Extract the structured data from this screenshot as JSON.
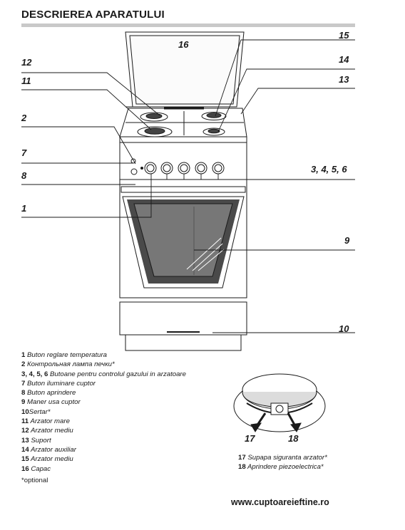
{
  "title": "DESCRIEREA APARATULUI",
  "callouts": {
    "c16": "16",
    "c15": "15",
    "c14": "14",
    "c13": "13",
    "c12": "12",
    "c11": "11",
    "c2": "2",
    "c7": "7",
    "c8": "8",
    "c1": "1",
    "c3456": "3, 4, 5, 6",
    "c9": "9",
    "c10": "10",
    "c17": "17",
    "c18": "18"
  },
  "legend": [
    {
      "key": "1",
      "text": " Buton reglare  temperatura"
    },
    {
      "key": "2",
      "text": " Контрольная лампа печки*"
    },
    {
      "key": "3, 4, 5, 6",
      "text": "  Butoane pentru controlul gazului in arzatoare"
    },
    {
      "key": "7",
      "text": " Buton iluminare cuptor"
    },
    {
      "key": "8",
      "text": " Buton aprindere"
    },
    {
      "key": "9",
      "text": " Maner usa cuptor"
    },
    {
      "key": "10",
      "text": "Sertar*"
    },
    {
      "key": "11",
      "text": "  Arzator mare"
    },
    {
      "key": "12",
      "text": " Arzator mediu"
    },
    {
      "key": "13",
      "text": " Suport"
    },
    {
      "key": "14",
      "text": " Arzator auxiliar"
    },
    {
      "key": "15",
      "text": " Arzator mediu"
    },
    {
      "key": "16",
      "text": " Capac"
    }
  ],
  "optional_note": "*optional",
  "burner_legend": [
    {
      "key": "17",
      "text": " Supapa siguranta arzator*"
    },
    {
      "key": "18",
      "text": " Aprindere piezoelectrica*"
    }
  ],
  "website": "www.cuptoareieftine.ro",
  "colors": {
    "line": "#1a1a1a",
    "title_rule": "#c9c9c9",
    "window": "#4a4a4a",
    "window_inner": "#777777"
  }
}
